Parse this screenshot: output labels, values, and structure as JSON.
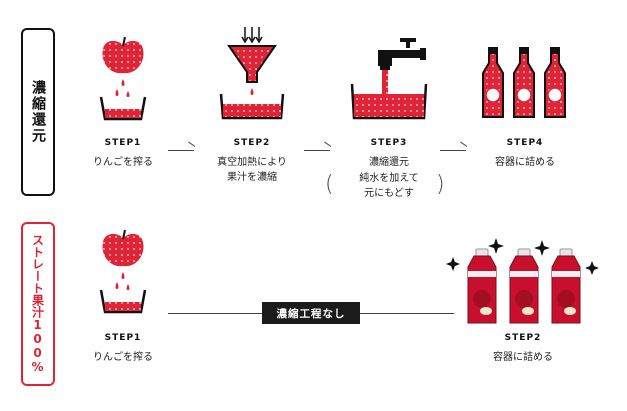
{
  "rows": {
    "concentrate": {
      "label": "濃縮還元",
      "steps": [
        {
          "title": "STEP1",
          "text": "りんごを搾る"
        },
        {
          "title": "STEP2",
          "text": "真空加熱により\n果汁を濃縮"
        },
        {
          "title": "STEP3",
          "text": "濃縮還元",
          "sub": "純水を加えて\n元にもどす"
        },
        {
          "title": "STEP4",
          "text": "容器に詰める"
        }
      ]
    },
    "straight": {
      "label": "ストレート果汁100%",
      "steps": [
        {
          "title": "STEP1",
          "text": "りんごを搾る"
        },
        {
          "title": "STEP2",
          "text": "容器に詰める"
        }
      ],
      "connector": "濃縮工程なし"
    }
  },
  "colors": {
    "red": "#e02437",
    "dark": "#111111"
  }
}
